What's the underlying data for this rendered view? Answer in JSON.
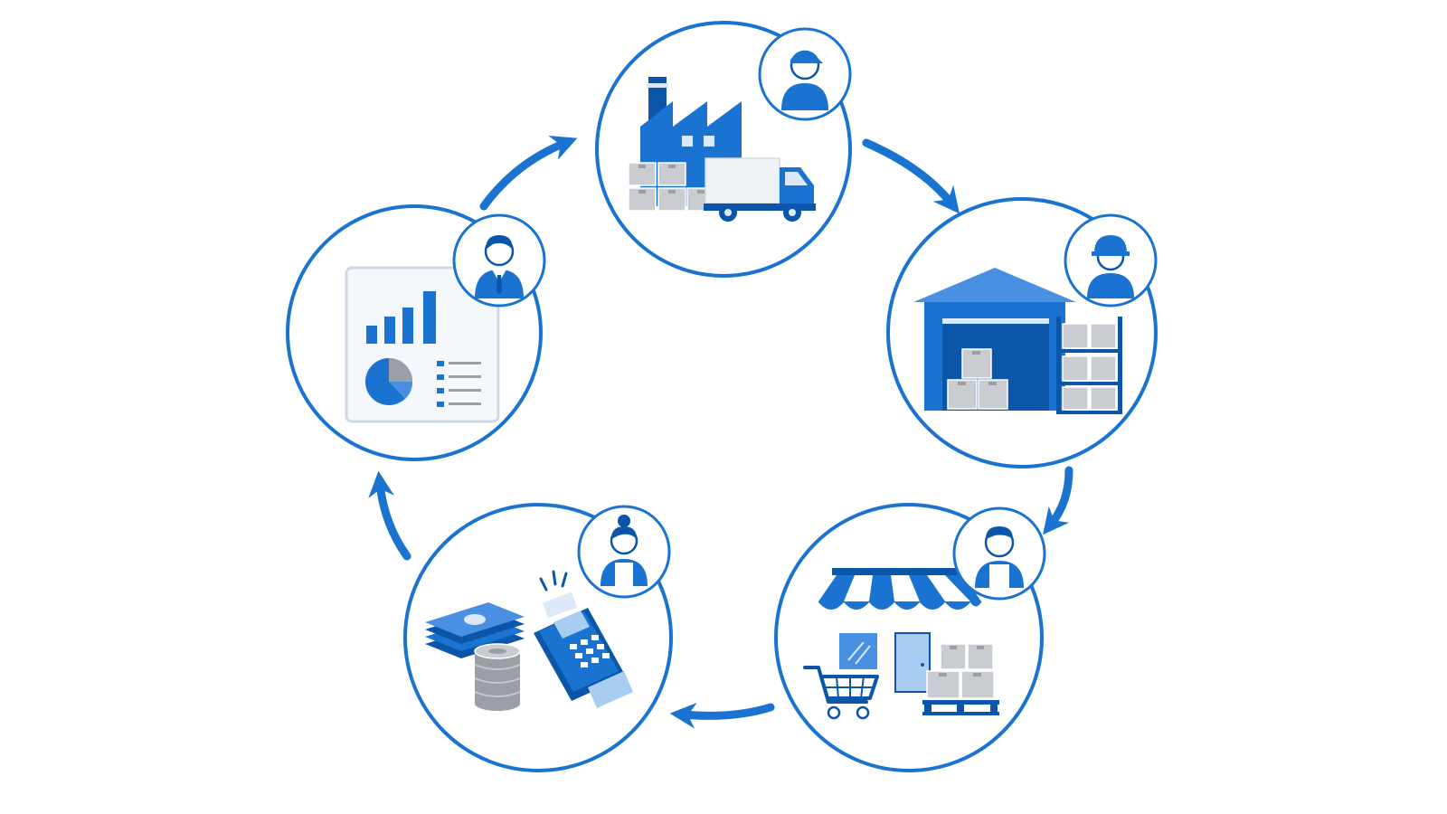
{
  "colors": {
    "primary": "#1a73d1",
    "dark": "#0b56a8",
    "mid": "#4a90e2",
    "light": "#a9cdf2",
    "pale": "#dbe9f8",
    "box": "#c9ccd1",
    "boxDark": "#9aa0a6",
    "background": "#ffffff"
  },
  "stages": [
    {
      "id": "manufacturing",
      "scene": "factory-truck-icon",
      "person": "worker-cap-avatar-icon"
    },
    {
      "id": "warehousing",
      "scene": "warehouse-icon",
      "person": "worker-hardhat-avatar-icon"
    },
    {
      "id": "retail",
      "scene": "store-cart-icon",
      "person": "shopkeeper-avatar-icon"
    },
    {
      "id": "payment",
      "scene": "cash-card-terminal-icon",
      "person": "cashier-woman-avatar-icon"
    },
    {
      "id": "analytics",
      "scene": "report-dashboard-icon",
      "person": "manager-avatar-icon"
    }
  ],
  "flow": {
    "direction": "clockwise",
    "arrows": [
      {
        "from": "manufacturing",
        "to": "warehousing"
      },
      {
        "from": "warehousing",
        "to": "retail"
      },
      {
        "from": "retail",
        "to": "payment"
      },
      {
        "from": "payment",
        "to": "analytics"
      },
      {
        "from": "analytics",
        "to": "manufacturing"
      }
    ]
  }
}
